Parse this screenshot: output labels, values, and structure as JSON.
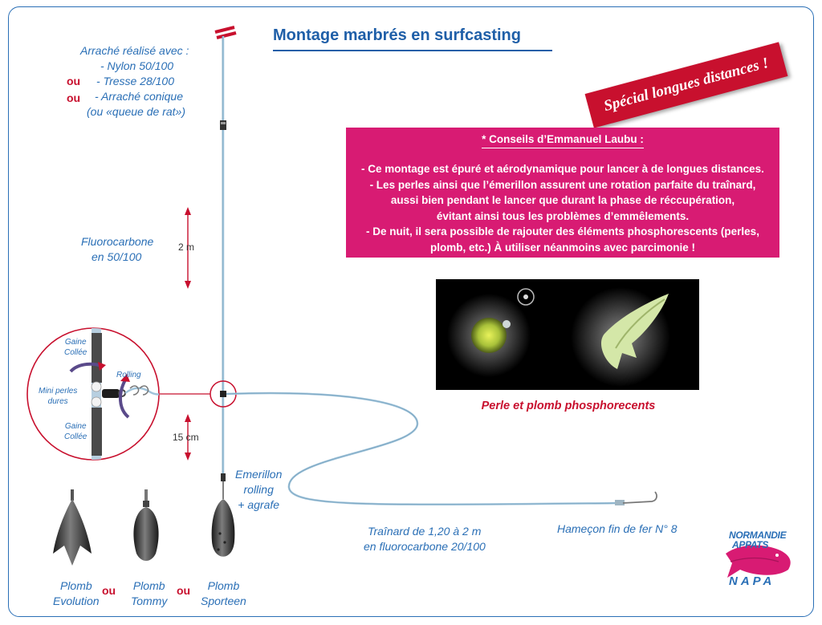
{
  "title": "Montage marbrés en surfcasting",
  "badge": "Spécial longues distances !",
  "left_notes": {
    "line1": "Arraché réalisé avec :",
    "line2": "- Nylon 50/100",
    "line3": "- Tresse 28/100",
    "line4": "- Arraché conique",
    "line5": "(ou «queue de rat»)",
    "ou": "ou"
  },
  "fluoro": {
    "line1": "Fluorocarbone",
    "line2": "en 50/100"
  },
  "measure_2m": "2 m",
  "measure_15cm": "15 cm",
  "inset": {
    "gaine_top_1": "Gaine",
    "gaine_top_2": "Collée",
    "rolling": "Rolling",
    "perles_1": "Mini perles",
    "perles_2": "dures",
    "gaine_bottom_1": "Gaine",
    "gaine_bottom_2": "Collée"
  },
  "emerillon": {
    "line1": "Emerillon",
    "line2": "rolling",
    "line3": "+ agrafe"
  },
  "trainard": {
    "line1": "Traînard de 1,20 à 2 m",
    "line2": "en fluorocarbone 20/100"
  },
  "hamecon": "Hameçon fin de fer N° 8",
  "sinkers": {
    "evolution": {
      "line1": "Plomb",
      "line2": "Evolution"
    },
    "tommy": {
      "line1": "Plomb",
      "line2": "Tommy"
    },
    "sporteen": {
      "line1": "Plomb",
      "line2": "Sporteen"
    },
    "ou": "ou"
  },
  "tips": {
    "title": "* Conseils d’Emmanuel Laubu :",
    "lines": [
      "- Ce montage est épuré et aérodynamique pour lancer à de longues distances.",
      "- Les perles ainsi que l’émerillon assurent une rotation parfaite du traînard,",
      "aussi bien pendant le lancer que durant la phase de réccupération,",
      "évitant ainsi tous les problèmes d’emmêlements.",
      "- De nuit, il sera possible de rajouter des éléments phosphorescents (perles,",
      "plomb, etc.) À utiliser néanmoins avec parcimonie !"
    ]
  },
  "photo_caption": "Perle et plomb phosphorecents",
  "logo": {
    "top_line1": "NORMANDIE",
    "top_line2": "APPATS",
    "bottom": "NAPA"
  },
  "colors": {
    "blue": "#2a6fb6",
    "red": "#c8102e",
    "magenta": "#d81b73",
    "line": "#9fc3da"
  }
}
